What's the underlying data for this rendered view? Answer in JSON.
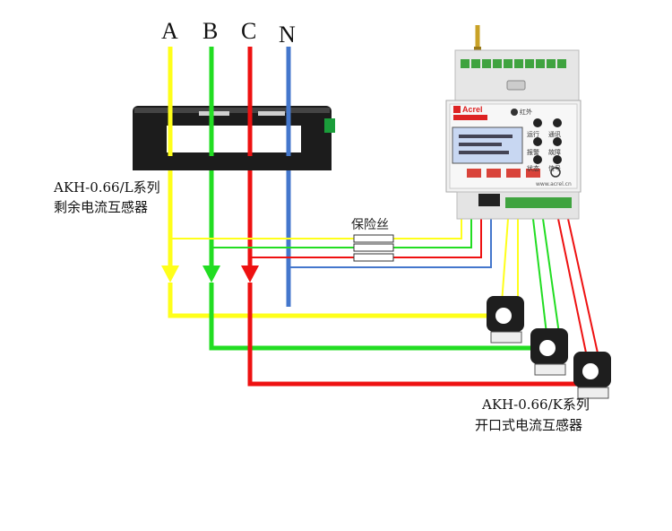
{
  "phases": [
    {
      "label": "A",
      "color": "#ffff1a"
    },
    {
      "label": "B",
      "color": "#22dd22"
    },
    {
      "label": "C",
      "color": "#ee1111"
    },
    {
      "label": "N",
      "color": "#4477cc"
    }
  ],
  "residual_ct": {
    "line1": "AKH-0.66/L系列",
    "line2": "剩余电流互感器"
  },
  "split_ct": {
    "line1": "AKH-0.66/K系列",
    "line2": "开口式电流互感器"
  },
  "fuse": {
    "label": "保险丝"
  },
  "device": {
    "brand": "Acrel",
    "ir_label": "红外",
    "key_labels": [
      "运行",
      "通讯",
      "报警",
      "故障",
      "状态",
      "信号"
    ],
    "website": "www.acrel.cn"
  }
}
